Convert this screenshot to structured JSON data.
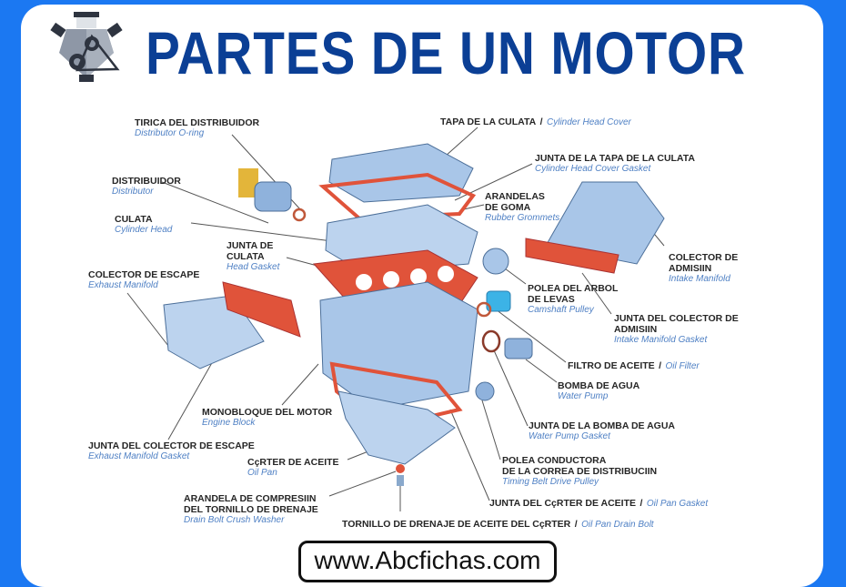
{
  "header": {
    "title": "PARTES DE UN MOTOR",
    "logo_icon": "engine-icon"
  },
  "labels": [
    {
      "es": "TIRICA DEL DISTRIBUIDOR",
      "en": "Distributor O-ring"
    },
    {
      "es": "DISTRIBUIDOR",
      "en": "Distributor"
    },
    {
      "es": "CULATA",
      "en": "Cylinder Head"
    },
    {
      "es": "JUNTA DE",
      "es2": "CULATA",
      "en": "Head Gasket"
    },
    {
      "es": "COLECTOR DE ESCAPE",
      "en": "Exhaust Manifold"
    },
    {
      "es": "TAPA DE LA CULATA",
      "en": "Cylinder Head Cover"
    },
    {
      "es": "JUNTA DE LA TAPA DE LA CULATA",
      "en": "Cylinder Head Cover Gasket"
    },
    {
      "es": "ARANDELAS",
      "es2": "DE GOMA",
      "en": "Rubber Grommets"
    },
    {
      "es": "COLECTOR DE",
      "es2": "ADMISIIN",
      "en": "Intake Manifold"
    },
    {
      "es": "POLEA DEL ARBOL",
      "es2": "DE LEVAS",
      "en": "Camshaft Pulley"
    },
    {
      "es": "JUNTA DEL COLECTOR DE",
      "es2": "ADMISIIN",
      "en": "Intake Manifold Gasket"
    },
    {
      "es": "FILTRO DE ACEITE",
      "en": "Oil Filter"
    },
    {
      "es": "BOMBA DE AGUA",
      "en": "Water Pump"
    },
    {
      "es": "JUNTA DE LA BOMBA DE AGUA",
      "en": "Water Pump Gasket"
    },
    {
      "es": "POLEA CONDUCTORA",
      "es2": "DE LA CORREA DE DISTRIBUCIIN",
      "en": "Timing Belt Drive Pulley"
    },
    {
      "es": "JUNTA DEL CçRTER DE ACEITE",
      "en": "Oil Pan Gasket"
    },
    {
      "es": "TORNILLO DE DRENAJE DE ACEITE DEL CçRTER",
      "en": "Oil Pan Drain Bolt"
    },
    {
      "es": "MONOBLOQUE DEL MOTOR",
      "en": "Engine Block"
    },
    {
      "es": "JUNTA DEL COLECTOR DE ESCAPE",
      "en": "Exhaust Manifold Gasket"
    },
    {
      "es": "CçRTER DE ACEITE",
      "en": "Oil Pan"
    },
    {
      "es": "ARANDELA DE COMPRESIIN",
      "es2": "DEL TORNILLO DE DRENAJE",
      "en": "Drain Bolt Crush Washer"
    }
  ],
  "separator": "/",
  "footer": {
    "site": "www.Abcfichas.com"
  },
  "colors": {
    "background": "#1b78f2",
    "title": "#0b3f95",
    "part": "#a9c6e8",
    "gasket": "#e0533a"
  }
}
